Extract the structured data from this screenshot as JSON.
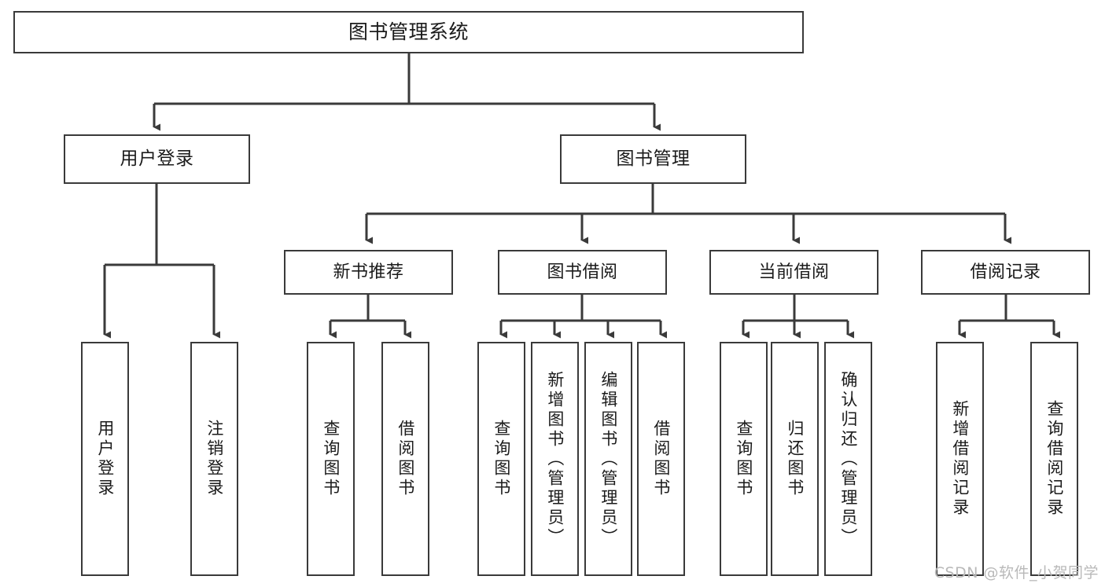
{
  "diagram": {
    "title": "图书管理系统",
    "watermark": "CSDN @软件_小贺同学",
    "colors": {
      "stroke": "#3a3a3a",
      "background": "#ffffff",
      "text": "#1b1b1b",
      "watermark": "#b9b9b9"
    },
    "nodes": {
      "root": "图书管理系统",
      "level1": [
        "用户登录",
        "图书管理"
      ],
      "level2": [
        "新书推荐",
        "图书借阅",
        "当前借阅",
        "借阅记录"
      ],
      "leaves_user_login": [
        "用户登录",
        "注销登录"
      ],
      "leaves_new_book": [
        "查询图书",
        "借阅图书"
      ],
      "leaves_borrow": [
        "查询图书",
        "新增图书（管理员）",
        "编辑图书（管理员）",
        "借阅图书"
      ],
      "leaves_current": [
        "查询图书",
        "归还图书",
        "确认归还（管理员）"
      ],
      "leaves_records": [
        "新增借阅记录",
        "查询借阅记录"
      ]
    }
  }
}
